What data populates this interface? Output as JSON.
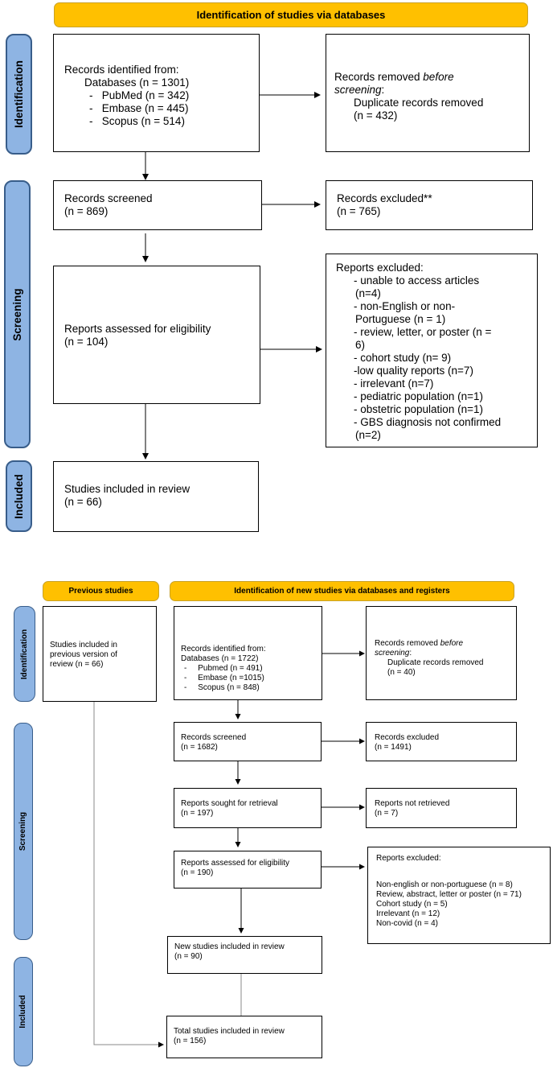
{
  "top": {
    "header": "Identification of studies via databases",
    "phases": {
      "identification": "Identification",
      "screening": "Screening",
      "included": "Included"
    },
    "identified": {
      "title": "Records identified from:",
      "databases": "Databases (n = 1301)",
      "pubmed": "PubMed (n = 342)",
      "embase": "Embase (n = 445)",
      "scopus": "Scopus (n = 514)"
    },
    "removed": {
      "prefix": "Records removed ",
      "emph": "before",
      "suffix": "screening",
      "colon": ":",
      "item": "Duplicate records removed",
      "count": "(n = 432)"
    },
    "screened": {
      "title": "Records screened",
      "count": "(n = 869)"
    },
    "excluded": {
      "title": "Records excluded**",
      "count": "(n = 765)"
    },
    "assessed": {
      "title": "Reports assessed for eligibility",
      "count": "(n = 104)"
    },
    "reports_excluded": {
      "title": "Reports excluded:",
      "lines": [
        "- unable to access articles",
        "(n=4)",
        "- non-English or non-",
        "Portuguese (n = 1)",
        "- review, letter, or poster (n =",
        "6)",
        "- cohort study (n= 9)",
        "-low quality reports (n=7)",
        "- irrelevant (n=7)",
        "- pediatric population (n=1)",
        "- obstetric population (n=1)",
        "- GBS diagnosis not confirmed",
        "(n=2)"
      ]
    },
    "included": {
      "title": "Studies included in review",
      "count": "(n = 66)"
    }
  },
  "bottom": {
    "header_prev": "Previous studies",
    "header_new": "Identification of new studies via databases and registers",
    "phases": {
      "identification": "Identification",
      "screening": "Screening",
      "included": "Included"
    },
    "previous": [
      "Studies included in",
      "previous version of",
      "review (n = 66)"
    ],
    "identified": {
      "title": "Records identified from:",
      "databases": "Databases (n = 1722)",
      "pubmed": "Pubmed (n = 491)",
      "embase": "Embase (n =1015)",
      "scopus": "Scopus (n = 848)"
    },
    "removed": {
      "prefix": "Records removed ",
      "emph": "before",
      "suffix": "screening",
      "colon": ":",
      "item": "Duplicate records removed",
      "count": "(n = 40)"
    },
    "screened": {
      "title": "Records screened",
      "count": "(n = 1682)"
    },
    "excluded": {
      "title": "Records excluded",
      "count": "(n = 1491)"
    },
    "sought": {
      "title": "Reports sought for retrieval",
      "count": "(n = 197)"
    },
    "not_retrieved": {
      "title": "Reports not retrieved",
      "count": "(n = 7)"
    },
    "assessed": {
      "title": "Reports assessed for eligibility",
      "count": "(n = 190)"
    },
    "reports_excluded": {
      "title": "Reports excluded:",
      "lines": [
        "Non-english or non-portuguese (n = 8)",
        "Review, abstract, letter or poster (n = 71)",
        "Cohort study (n = 5)",
        "Irrelevant (n = 12)",
        "Non-covid (n = 4)"
      ]
    },
    "new_included": {
      "title": "New studies included in review",
      "count": "(n = 90)"
    },
    "total": {
      "title": "Total studies included in review",
      "count": "(n = 156)"
    }
  }
}
